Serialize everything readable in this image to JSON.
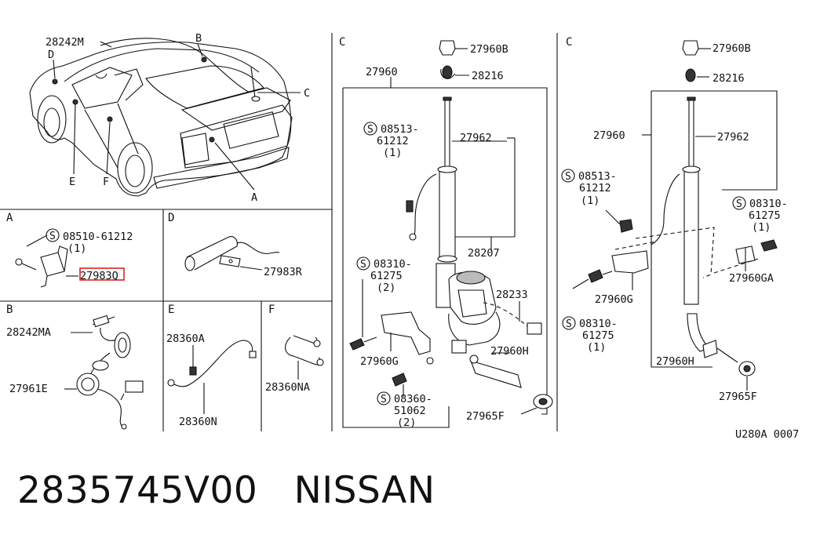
{
  "footer": {
    "part_number": "2835745V00",
    "brand": "NISSAN"
  },
  "diagram": {
    "code": "U280A 0007",
    "sections": {
      "A": "A",
      "B": "B",
      "C": "C",
      "D": "D",
      "E": "E",
      "F": "F"
    },
    "car_callouts": {
      "harness_main": "28242M",
      "B": "B",
      "C": "C",
      "D": "D",
      "E": "E",
      "F": "F",
      "A": "A"
    },
    "detail_A": {
      "screw": "08510-61212",
      "screw_qty": "(1)",
      "part": "27983Q",
      "highlight_color": "#e0201e"
    },
    "detail_D": {
      "part": "27983R"
    },
    "detail_B": {
      "harness": "28242MA",
      "grommet": "27961E"
    },
    "detail_E": {
      "part_top": "28360A",
      "part_bottom": "28360N"
    },
    "detail_F": {
      "part": "28360NA"
    },
    "panel_C1": {
      "cap": "27960B",
      "collar": "28216",
      "assembly": "27960",
      "mast": "27962",
      "screw1_a": "08513-",
      "screw1_b": "61212",
      "screw1_qty": "(1)",
      "screw2_a": "08310-",
      "screw2_b": "61275",
      "screw2_qty": "(2)",
      "motor": "28207",
      "relay": "28233",
      "bracket": "27960G",
      "hose": "27960H",
      "screw3_a": "08360-",
      "screw3_b": "51062",
      "screw3_qty": "(2)",
      "nut": "27965F"
    },
    "panel_C2": {
      "cap": "27960B",
      "collar": "28216",
      "assembly": "27960",
      "mast": "27962",
      "screw1_a": "08513-",
      "screw1_b": "61212",
      "screw1_qty": "(1)",
      "screw2_a": "08310-",
      "screw2_b": "61275",
      "screw2_qty": "(1)",
      "bracket_a": "27960GA",
      "bracket": "27960G",
      "screw3_a": "08310-",
      "screw3_b": "61275",
      "screw3_qty": "(1)",
      "hose": "27960H",
      "nut": "27965F"
    }
  }
}
